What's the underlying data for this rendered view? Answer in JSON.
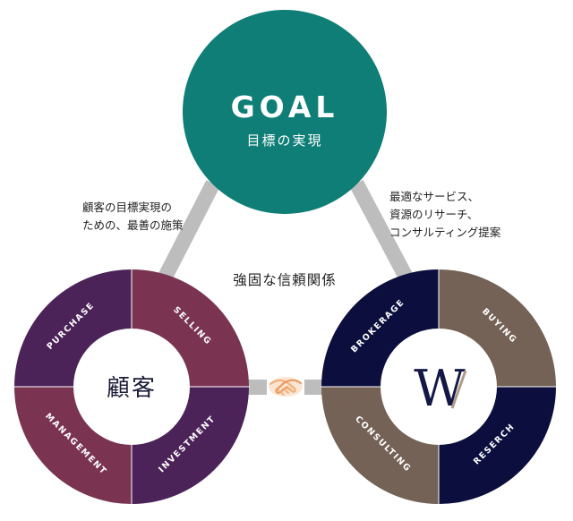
{
  "goal": {
    "title": "GOAL",
    "subtitle": "目標の実現",
    "color": "#0e7e76"
  },
  "captions": {
    "left_line1": "顧客の目標実現の",
    "left_line2": "ための、最善の施策",
    "right_line1": "最適なサービス、",
    "right_line2": "資源のリサーチ、",
    "right_line3": "コンサルティング提案",
    "center": "強固な信頼関係"
  },
  "client_ring": {
    "center_label": "顧客",
    "segments": [
      "PURCHASE",
      "SELLING",
      "MANAGEMENT",
      "INVESTMENT"
    ],
    "colors": {
      "plum": "#4b2358",
      "wine": "#7a3452"
    }
  },
  "company_ring": {
    "logo_letter": "W",
    "segments": [
      "BROKERAGE",
      "BUYING",
      "CONSULTING",
      "RESERCH"
    ],
    "colors": {
      "navy": "#0c0f3e",
      "taupe": "#736255"
    }
  },
  "icons": {
    "handshake": "handshake-icon",
    "connector": "gray-connector-bar"
  },
  "connector_color": "#bdbdbd"
}
